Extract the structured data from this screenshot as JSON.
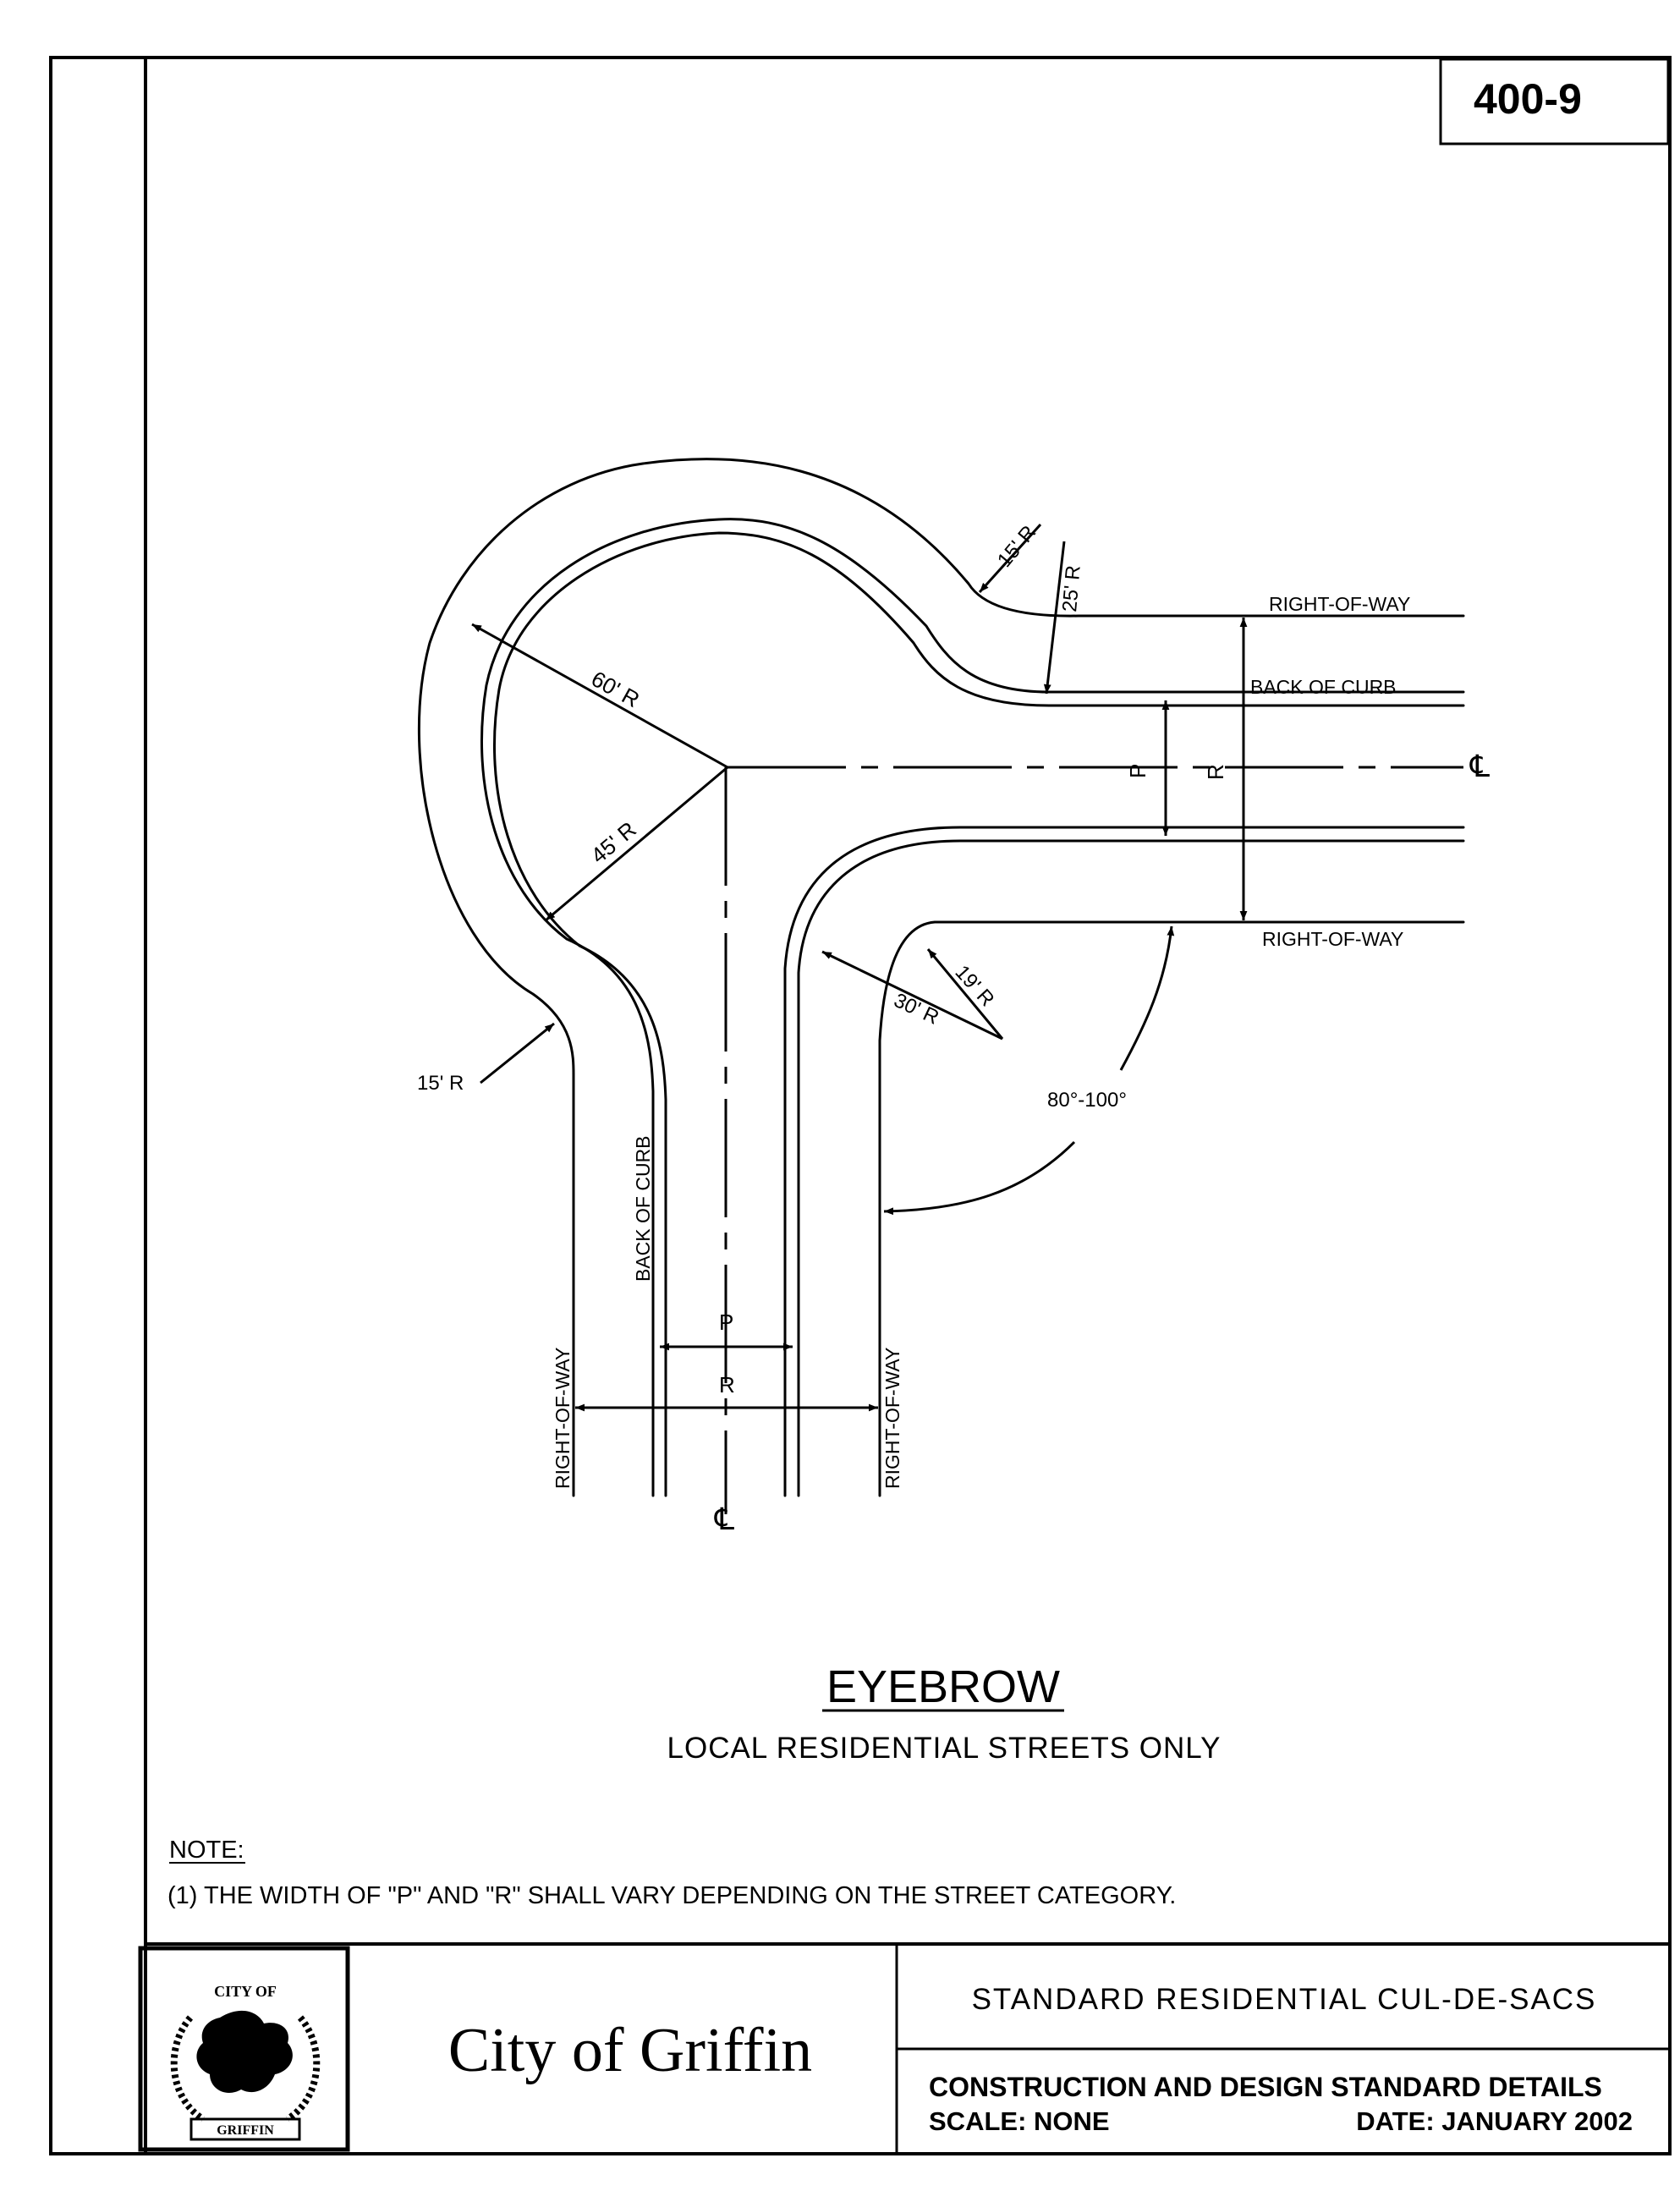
{
  "sheet": {
    "number": "400-9"
  },
  "drawing": {
    "title": "EYEBROW",
    "subtitle": "LOCAL RESIDENTIAL STREETS ONLY",
    "labels": {
      "row_top": "RIGHT-OF-WAY",
      "boc_top": "BACK OF CURB",
      "row_bottom": "RIGHT-OF-WAY",
      "row_left": "RIGHT-OF-WAY",
      "boc_left": "BACK OF CURB",
      "row_right": "RIGHT-OF-WAY",
      "centerline_h": "℄",
      "centerline_v": "℄",
      "p_h": "P",
      "r_h": "R",
      "p_v": "P",
      "r_v": "R"
    },
    "dimensions": {
      "r60": "60' R",
      "r45": "45' R",
      "r15_top": "15' R",
      "r25": "25' R",
      "r15_left": "15' R",
      "r19": "19' R",
      "r30": "30' R",
      "angle": "80°-100°"
    }
  },
  "notes": {
    "heading": "NOTE:",
    "items": [
      "(1) THE WIDTH OF \"P\" AND \"R\" SHALL VARY DEPENDING ON THE STREET CATEGORY."
    ]
  },
  "title_block": {
    "logo_top_text": "CITY OF",
    "logo_bottom_text": "GRIFFIN",
    "agency": "City of Griffin",
    "drawing_title": "STANDARD RESIDENTIAL CUL-DE-SACS",
    "series": "CONSTRUCTION AND DESIGN STANDARD DETAILS",
    "scale": "SCALE: NONE",
    "date": "DATE: JANUARY 2002"
  }
}
